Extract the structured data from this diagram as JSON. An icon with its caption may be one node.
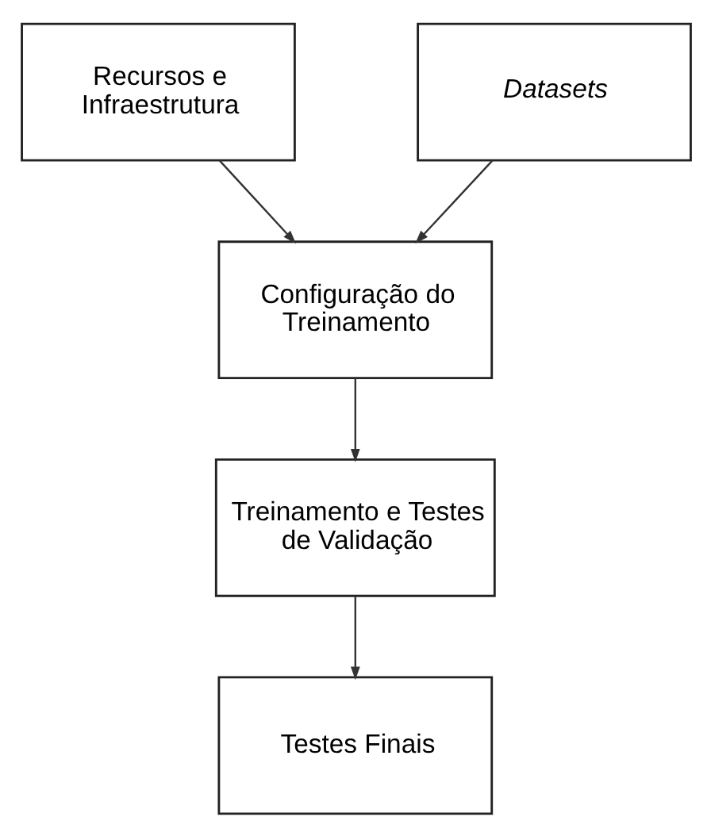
{
  "diagram": {
    "nodes": [
      {
        "text": [
          "Recursos e Infraestrutura"
        ]
      },
      {
        "text": [
          "Datasets"
        ]
      },
      {
        "text": [
          "Configuração do Treinamento"
        ]
      },
      {
        "text": [
          "Treinamento e Testes de Validação"
        ]
      },
      {
        "text": [
          "Testes Finais"
        ]
      }
    ],
    "edges": [
      {
        "from": 0,
        "to": 2,
        "arrow": "to"
      },
      {
        "from": 1,
        "to": 2,
        "arrow": "to"
      },
      {
        "from": 2,
        "to": 3,
        "arrow": "to"
      },
      {
        "from": 3,
        "to": 4,
        "arrow": "to"
      }
    ]
  }
}
